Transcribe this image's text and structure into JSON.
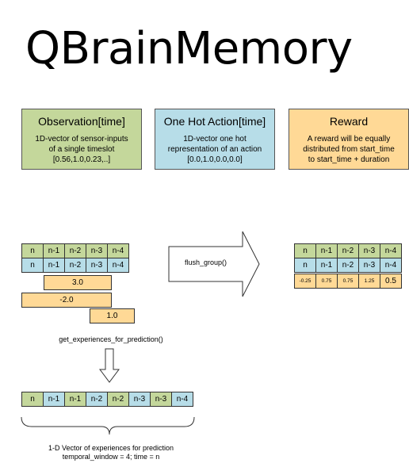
{
  "title": "QBrainMemory",
  "boxes": {
    "observation": {
      "heading": "Observation[time]",
      "text": [
        "1D-vector of sensor-inputs",
        "of a single timeslot",
        "[0.56,1.0,0.23,..]"
      ]
    },
    "action": {
      "heading": "One Hot Action[time]",
      "text": [
        "1D-vector one hot",
        "representation of an action",
        "[0.0,1.0,0.0,0.0]"
      ]
    },
    "reward": {
      "heading": "Reward",
      "text": [
        "A reward will be equally",
        "distributed from start_time",
        "to start_time + duration"
      ]
    }
  },
  "left_grid": {
    "row1": [
      "n",
      "n-1",
      "n-2",
      "n-3",
      "n-4"
    ],
    "row2": [
      "n",
      "n-1",
      "n-2",
      "n-3",
      "n-4"
    ],
    "bars": [
      "3.0",
      "-2.0",
      "1.0"
    ]
  },
  "flush_label": "flush_group()",
  "right_grid": {
    "row1": [
      "n",
      "n-1",
      "n-2",
      "n-3",
      "n-4"
    ],
    "row2": [
      "n",
      "n-1",
      "n-2",
      "n-3",
      "n-4"
    ],
    "row3": [
      "-0.25",
      "0.75",
      "0.75",
      "1.25",
      "0.5"
    ]
  },
  "prediction_label": "get_experiences_for_prediction()",
  "vector": [
    "n",
    "n-1",
    "n-1",
    "n-2",
    "n-2",
    "n-3",
    "n-3",
    "n-4"
  ],
  "caption": [
    "1-D Vector of experiences for prediction",
    "temporal_window = 4; time = n"
  ],
  "colors": {
    "green": "#c4d79b",
    "blue": "#b7dde8",
    "yellow": "#ffd996"
  }
}
